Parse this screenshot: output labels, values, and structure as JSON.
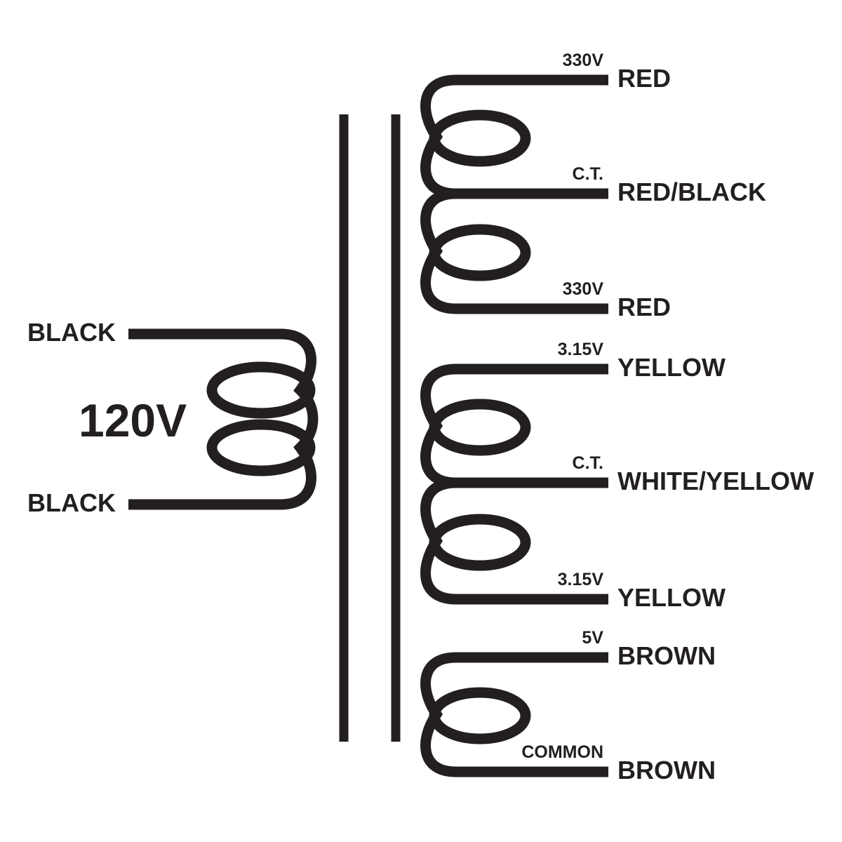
{
  "diagram": {
    "type": "transformer-schematic",
    "colors": {
      "ink": "#231f20",
      "background": "#ffffff"
    },
    "primary": {
      "voltage": "120V",
      "leads": [
        {
          "label": "BLACK"
        },
        {
          "label": "BLACK"
        }
      ]
    },
    "secondary_windings": [
      {
        "taps": [
          {
            "tap_label": "330V",
            "wire_label": "RED"
          },
          {
            "tap_label": "C.T.",
            "wire_label": "RED/BLACK"
          },
          {
            "tap_label": "330V",
            "wire_label": "RED"
          }
        ]
      },
      {
        "taps": [
          {
            "tap_label": "3.15V",
            "wire_label": "YELLOW"
          },
          {
            "tap_label": "C.T.",
            "wire_label": "WHITE/YELLOW"
          },
          {
            "tap_label": "3.15V",
            "wire_label": "YELLOW"
          }
        ]
      },
      {
        "taps": [
          {
            "tap_label": "5V",
            "wire_label": "BROWN"
          },
          {
            "tap_label": "COMMON",
            "wire_label": "BROWN"
          }
        ]
      }
    ]
  }
}
